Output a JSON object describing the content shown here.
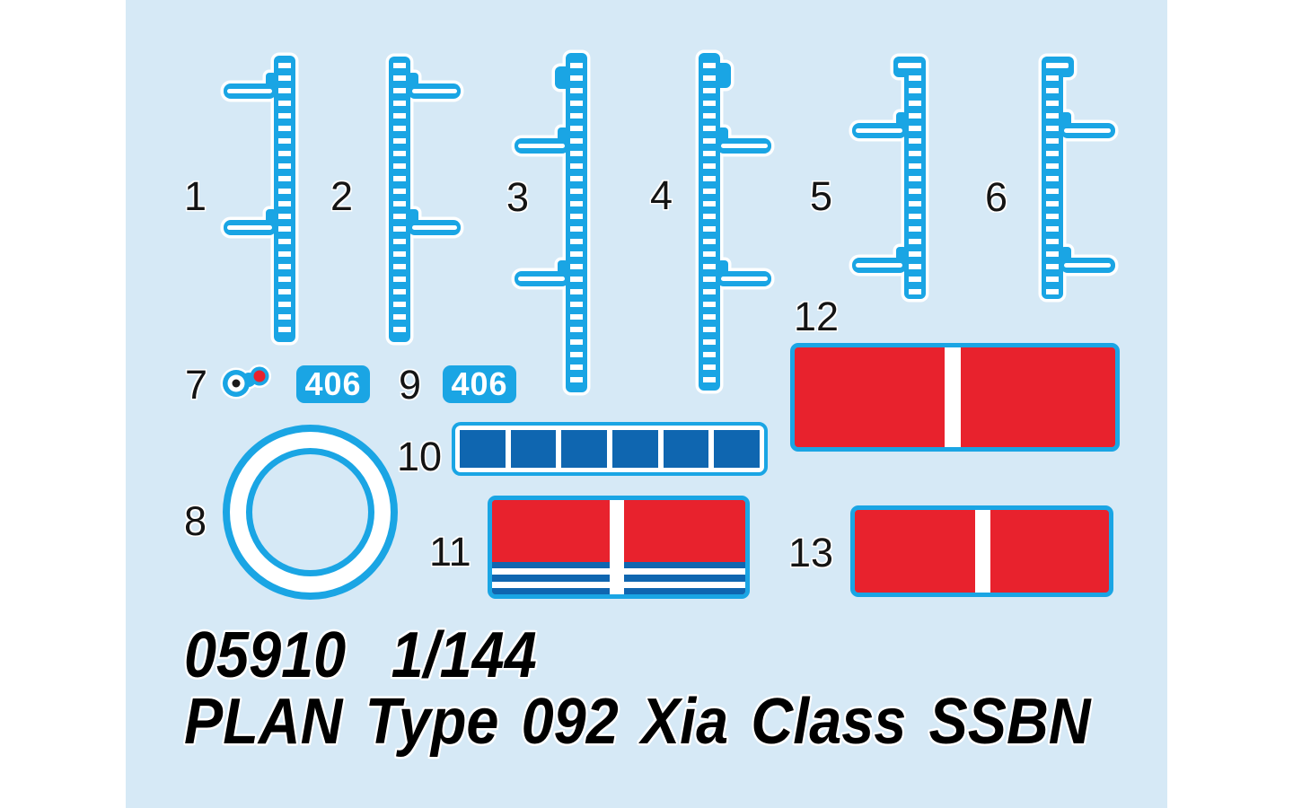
{
  "sheet": {
    "colors": {
      "backing": "#d6e9f6",
      "cyan": "#1aa5e4",
      "dark_blue": "#0f66b0",
      "red": "#e8222d",
      "white": "#ffffff",
      "label_ink": "#141414"
    },
    "footer": {
      "line1": "05910  1/144",
      "line2": "PLAN Type 092 Xia Class SSBN"
    },
    "badges": {
      "a": "406",
      "b": "406"
    },
    "parts": [
      {
        "label": "1",
        "name": "draught-marks-arms-left"
      },
      {
        "label": "2",
        "name": "draught-marks-arms-right"
      },
      {
        "label": "3",
        "name": "draught-marks-tall-arms-left"
      },
      {
        "label": "4",
        "name": "draught-marks-tall-arms-right"
      },
      {
        "label": "5",
        "name": "draught-marks-short-arms-left"
      },
      {
        "label": "6",
        "name": "draught-marks-short-arms-right"
      },
      {
        "label": "7",
        "name": "twin-dot-marking"
      },
      {
        "label": "8",
        "name": "ring-marking"
      },
      {
        "label": "9",
        "name": "hull-number-badge"
      },
      {
        "label": "10",
        "name": "window-strip"
      },
      {
        "label": "11",
        "name": "naval-ensign-striped-flag"
      },
      {
        "label": "12",
        "name": "red-banner-flag-large"
      },
      {
        "label": "13",
        "name": "red-banner-flag-small"
      }
    ]
  }
}
